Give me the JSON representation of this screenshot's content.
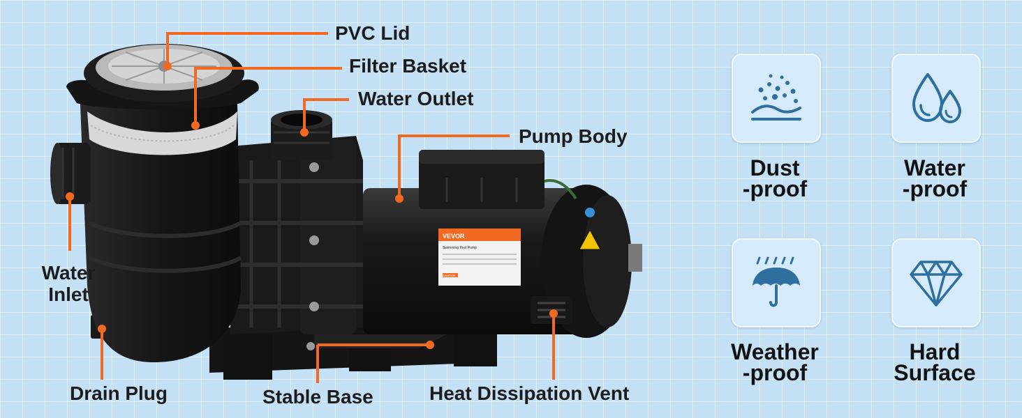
{
  "callouts": {
    "pvc_lid": "PVC Lid",
    "filter_basket": "Filter Basket",
    "water_outlet": "Water Outlet",
    "pump_body": "Pump Body",
    "water_inlet_line1": "Water",
    "water_inlet_line2": "Inlet",
    "drain_plug": "Drain Plug",
    "stable_base": "Stable Base",
    "heat_vent": "Heat Dissipation Vent"
  },
  "features": [
    {
      "icon": "dust-icon",
      "line1": "Dust",
      "line2": "-proof"
    },
    {
      "icon": "water-drops-icon",
      "line1": "Water",
      "line2": "-proof"
    },
    {
      "icon": "umbrella-rain-icon",
      "line1": "Weather",
      "line2": "-proof"
    },
    {
      "icon": "diamond-icon",
      "line1": "Hard",
      "line2": "Surface"
    }
  ],
  "label_plate": {
    "brand": "VEVOR",
    "title": "Swimming Pool Pump",
    "caution": "CAUTION"
  },
  "colors": {
    "accent_orange": "#f26a21",
    "icon_blue": "#2f6f9f",
    "background": "#c4e0f5"
  }
}
